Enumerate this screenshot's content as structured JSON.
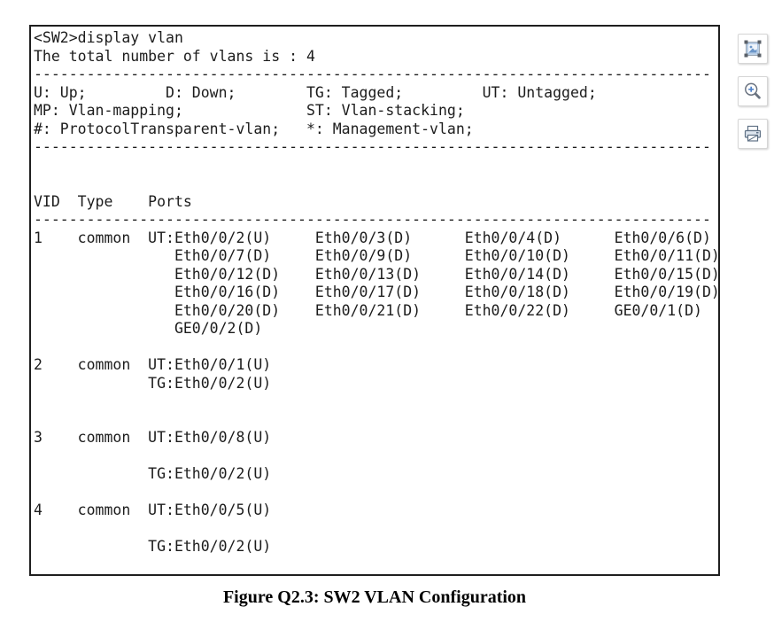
{
  "terminal": {
    "lines": [
      "<SW2>display vlan",
      "The total number of vlans is : 4",
      "-----------------------------------------------------------------------------",
      "U: Up;         D: Down;        TG: Tagged;         UT: Untagged;",
      "MP: Vlan-mapping;              ST: Vlan-stacking;",
      "#: ProtocolTransparent-vlan;   *: Management-vlan;",
      "-----------------------------------------------------------------------------",
      "",
      "",
      "VID  Type    Ports",
      "-----------------------------------------------------------------------------",
      "1    common  UT:Eth0/0/2(U)     Eth0/0/3(D)      Eth0/0/4(D)      Eth0/0/6(D)",
      "                Eth0/0/7(D)     Eth0/0/9(D)      Eth0/0/10(D)     Eth0/0/11(D)",
      "                Eth0/0/12(D)    Eth0/0/13(D)     Eth0/0/14(D)     Eth0/0/15(D)",
      "                Eth0/0/16(D)    Eth0/0/17(D)     Eth0/0/18(D)     Eth0/0/19(D)",
      "                Eth0/0/20(D)    Eth0/0/21(D)     Eth0/0/22(D)     GE0/0/1(D)",
      "                GE0/0/2(D)",
      "",
      "2    common  UT:Eth0/0/1(U)",
      "             TG:Eth0/0/2(U)",
      "",
      "",
      "3    common  UT:Eth0/0/8(U)",
      "",
      "             TG:Eth0/0/2(U)",
      "",
      "4    common  UT:Eth0/0/5(U)",
      "",
      "             TG:Eth0/0/2(U)"
    ]
  },
  "toolbar": {
    "buttons": [
      {
        "name": "select-image",
        "icon": "image-select-icon"
      },
      {
        "name": "zoom-in",
        "icon": "zoom-in-icon"
      },
      {
        "name": "print",
        "icon": "print-icon"
      }
    ]
  },
  "caption": {
    "text": "Figure Q2.3: SW2 VLAN Configuration"
  },
  "colors": {
    "terminal_text": "#1c1c1c",
    "terminal_border": "#1f1f1f",
    "icon_blue": "#6b96c9",
    "icon_gray": "#5f7185",
    "button_border": "#d6d6d6"
  }
}
